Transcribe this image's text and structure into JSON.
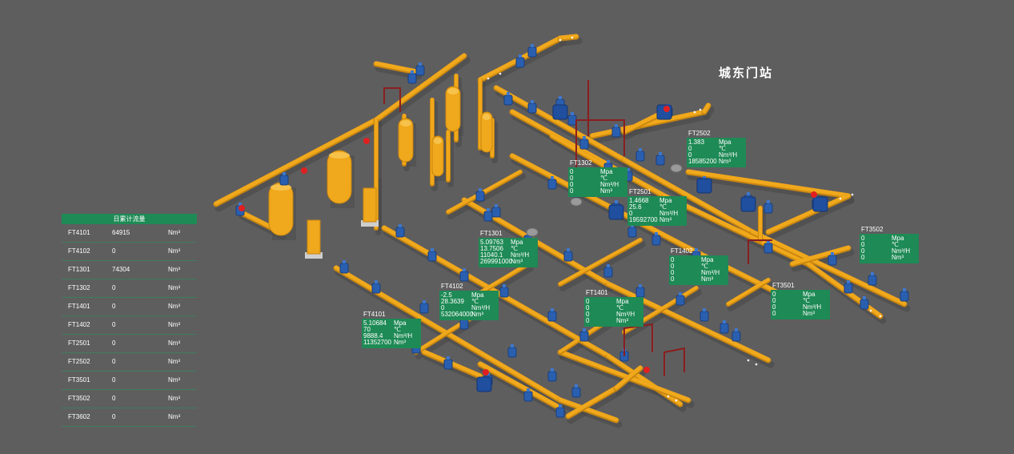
{
  "station_title": "城东门站",
  "table": {
    "header": "日累计流量",
    "rows": [
      {
        "id": "FT4101",
        "value": "64915",
        "unit": "Nm³"
      },
      {
        "id": "FT4102",
        "value": "0",
        "unit": "Nm³"
      },
      {
        "id": "FT1301",
        "value": "74304",
        "unit": "Nm³"
      },
      {
        "id": "FT1302",
        "value": "0",
        "unit": "Nm³"
      },
      {
        "id": "FT1401",
        "value": "0",
        "unit": "Nm³"
      },
      {
        "id": "FT1402",
        "value": "0",
        "unit": "Nm³"
      },
      {
        "id": "FT2501",
        "value": "0",
        "unit": "Nm³"
      },
      {
        "id": "FT2502",
        "value": "0",
        "unit": "Nm³"
      },
      {
        "id": "FT3501",
        "value": "0",
        "unit": "Nm³"
      },
      {
        "id": "FT3502",
        "value": "0",
        "unit": "Nm³"
      },
      {
        "id": "FT3602",
        "value": "0",
        "unit": "Nm³"
      }
    ]
  },
  "units": [
    "Mpa",
    "℃",
    "Nm³/H",
    "Nm³"
  ],
  "tags": [
    {
      "id": "FT2502",
      "values": [
        "1.383",
        "0",
        "0",
        "18585200"
      ]
    },
    {
      "id": "FT1302",
      "values": [
        "0",
        "0",
        "0",
        "0"
      ]
    },
    {
      "id": "FT2501",
      "values": [
        "1.4668",
        "25.6",
        "0",
        "19592700"
      ]
    },
    {
      "id": "FT3502",
      "values": [
        "0",
        "0",
        "0",
        "0"
      ]
    },
    {
      "id": "FT1301",
      "values": [
        "5.09763",
        "13.7506",
        "11040.1",
        "269991000"
      ]
    },
    {
      "id": "FT1402",
      "values": [
        "0",
        "0",
        "0",
        "0"
      ]
    },
    {
      "id": "FT4102",
      "values": [
        "-2.5",
        "28.3639",
        "0",
        "532064000"
      ]
    },
    {
      "id": "FT3501",
      "values": [
        "0",
        "0",
        "0",
        "0"
      ]
    },
    {
      "id": "FT1401",
      "values": [
        "0",
        "0",
        "0",
        "0"
      ]
    },
    {
      "id": "FT4101",
      "values": [
        "5.10684",
        "70",
        "9888.4",
        "11352700"
      ]
    }
  ],
  "colors": {
    "background": "#5f5e5f",
    "pipe": "#f0a81c",
    "pipe_dark": "#c8860f",
    "valve": "#2a5fb0",
    "panel": "#1e8a55",
    "alarm": "#e02020",
    "support": "#8a1e1e"
  }
}
